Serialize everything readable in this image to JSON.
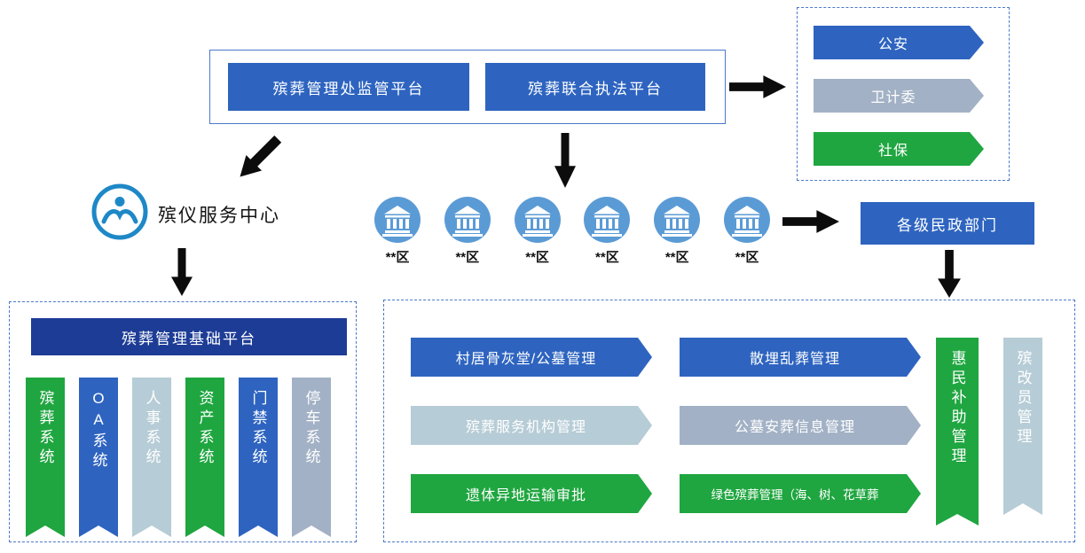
{
  "top": {
    "platform1": "殡葬管理处监管平台",
    "platform2": "殡葬联合执法平台"
  },
  "agencies": {
    "items": [
      {
        "label": "公安",
        "color": "#2e64c0"
      },
      {
        "label": "卫计委",
        "color": "#a2b1c5"
      },
      {
        "label": "社保",
        "color": "#1fa640"
      }
    ]
  },
  "service_center": {
    "label": "殡仪服务中心"
  },
  "districts": {
    "items": [
      {
        "label": "**区"
      },
      {
        "label": "**区"
      },
      {
        "label": "**区"
      },
      {
        "label": "**区"
      },
      {
        "label": "**区"
      },
      {
        "label": "**区"
      }
    ]
  },
  "civil_affairs": {
    "label": "各级民政部门"
  },
  "base_platform": {
    "title": "殡葬管理基础平台",
    "systems": [
      {
        "label": "殡葬系统",
        "color": "#1fa640"
      },
      {
        "label": "OA系统",
        "color": "#2e64c0"
      },
      {
        "label": "人事系统",
        "color": "#b6ccd6"
      },
      {
        "label": "资产系统",
        "color": "#1fa640"
      },
      {
        "label": "门禁系统",
        "color": "#2e64c0"
      },
      {
        "label": "停车系统",
        "color": "#a2b1c5"
      }
    ]
  },
  "modules": {
    "left": [
      {
        "label": "村居骨灰堂/公墓管理",
        "color": "#2e64c0"
      },
      {
        "label": "殡葬服务机构管理",
        "color": "#b6ccd6"
      },
      {
        "label": "遗体异地运输审批",
        "color": "#1fa640"
      }
    ],
    "right": [
      {
        "label": "散埋乱葬管理",
        "color": "#2e64c0"
      },
      {
        "label": "公墓安葬信息管理",
        "color": "#a2b1c5"
      },
      {
        "label": "绿色殡葬管理（海、树、花草葬",
        "color": "#1fa640"
      }
    ],
    "vertical": [
      {
        "label": "惠民补助管理",
        "color": "#1fa640"
      },
      {
        "label": "殡改员管理",
        "color": "#b6ccd6"
      }
    ]
  },
  "colors": {
    "blue": "#2e64c0",
    "dark_blue": "#1d3c96",
    "green": "#1fa640",
    "gray_blue": "#a2b1c5",
    "light_blue": "#b6ccd6",
    "icon_blue": "#5b9bd5",
    "service_icon_blue": "#1e88c7",
    "border_blue": "#4b79c9",
    "arrow_black": "#0c0c0c"
  }
}
